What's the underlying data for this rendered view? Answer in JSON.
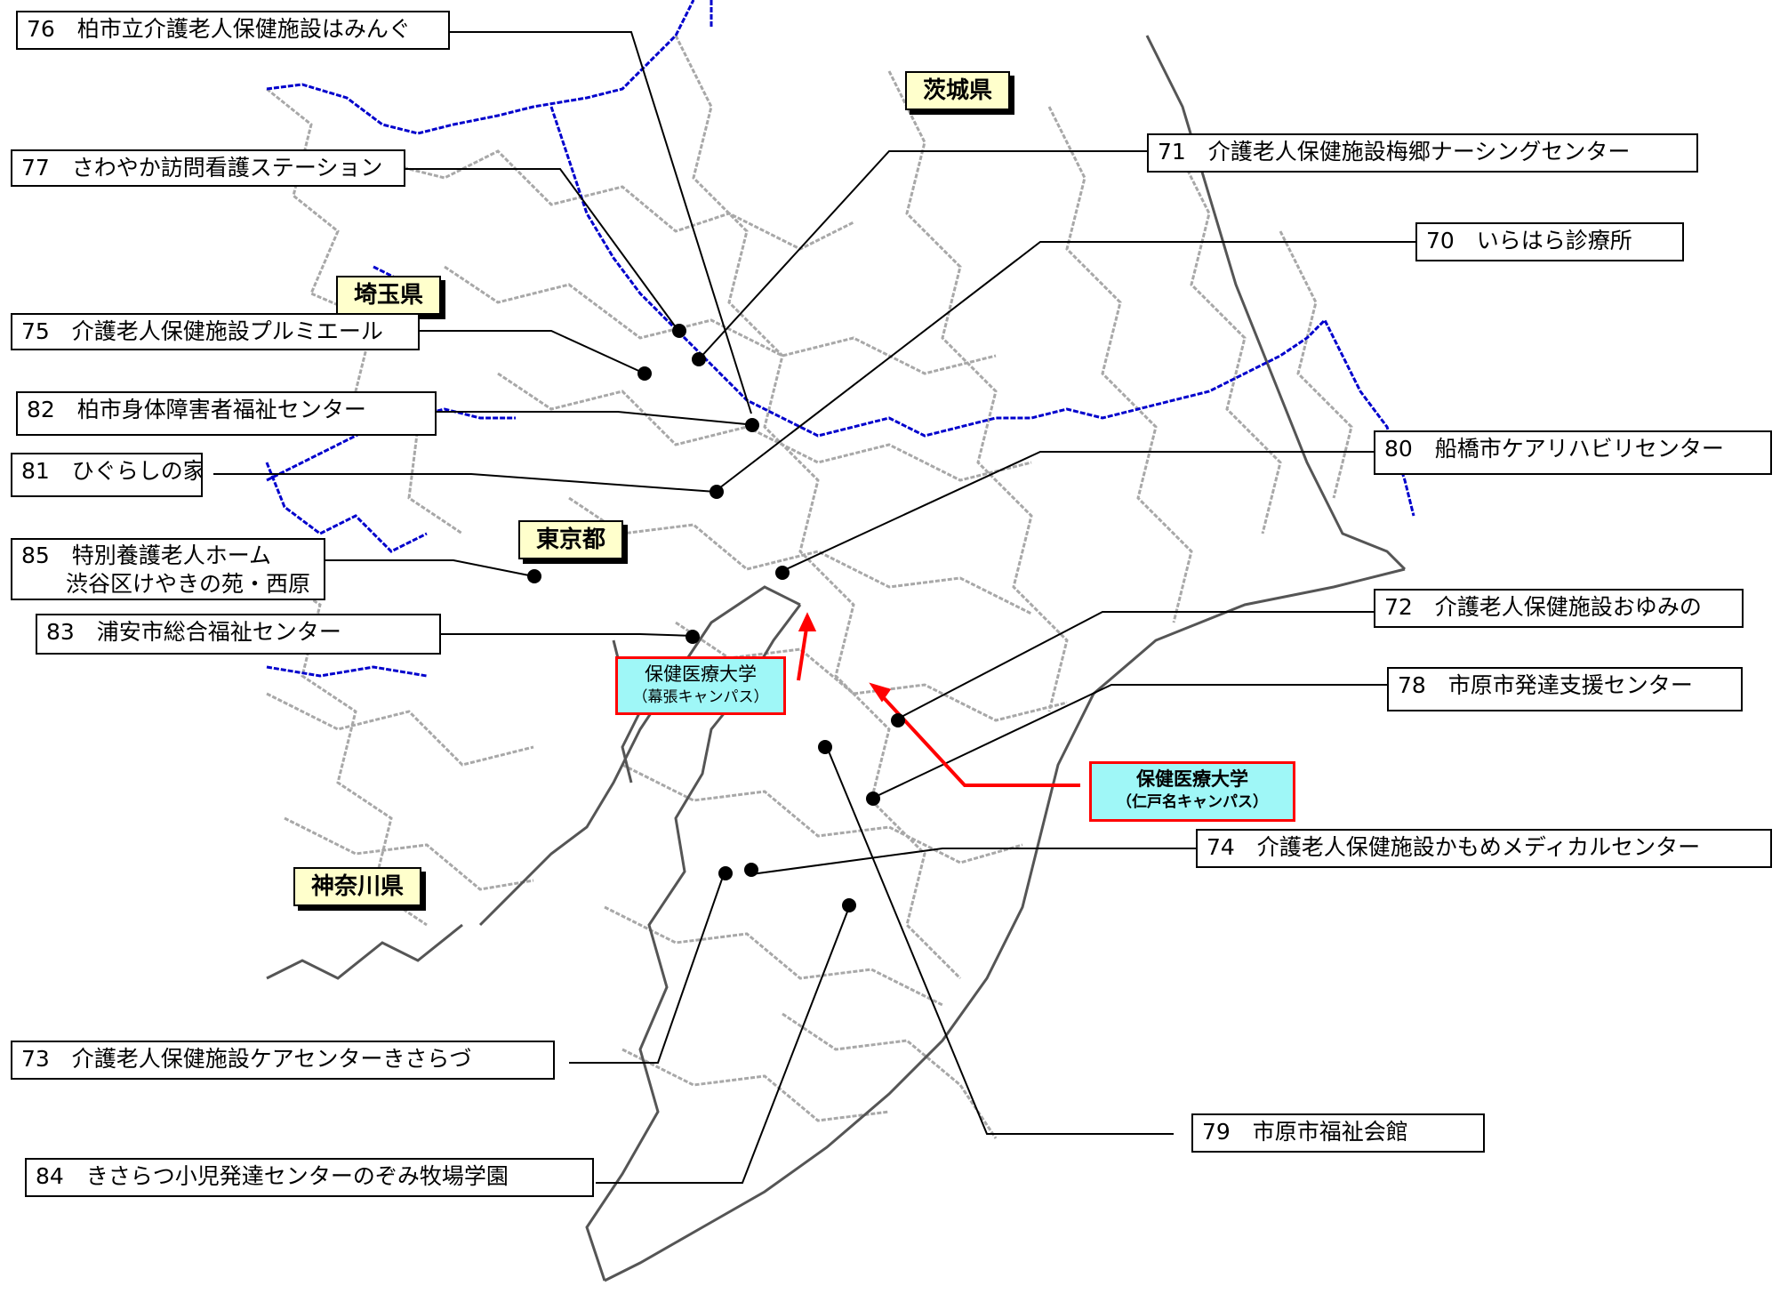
{
  "prefectures": [
    {
      "id": "ibaraki",
      "label": "茨城県"
    },
    {
      "id": "saitama",
      "label": "埼玉県"
    },
    {
      "id": "tokyo",
      "label": "東京都"
    },
    {
      "id": "kanagawa",
      "label": "神奈川県"
    }
  ],
  "facilities": [
    {
      "id": "f76",
      "label": "76　柏市立介護老人保健施設はみんぐ"
    },
    {
      "id": "f77",
      "label": "77　さわやか訪問看護ステーション"
    },
    {
      "id": "f75",
      "label": "75　介護老人保健施設プルミエール"
    },
    {
      "id": "f82",
      "label": "82　柏市身体障害者福祉センター"
    },
    {
      "id": "f81",
      "label": "81　ひぐらしの家"
    },
    {
      "id": "f85",
      "line1": "85　特別養護老人ホーム",
      "line2": "　　渋谷区けやきの苑・西原"
    },
    {
      "id": "f83",
      "label": "83　浦安市総合福祉センター"
    },
    {
      "id": "f71",
      "label": "71　介護老人保健施設梅郷ナーシングセンター"
    },
    {
      "id": "f70",
      "label": "70　いらはら診療所"
    },
    {
      "id": "f80",
      "label": "80　船橋市ケアリハビリセンター"
    },
    {
      "id": "f72",
      "label": "72　介護老人保健施設おゆみの"
    },
    {
      "id": "f78",
      "label": "78　市原市発達支援センター"
    },
    {
      "id": "f74",
      "label": "74　介護老人保健施設かもめメディカルセンター"
    },
    {
      "id": "f73",
      "label": "73　介護老人保健施設ケアセンターきさらづ"
    },
    {
      "id": "f79",
      "label": "79　市原市福祉会館"
    },
    {
      "id": "f84",
      "label": "84　きさらつ小児発達センターのぞみ牧場学園"
    }
  ],
  "campuses": [
    {
      "id": "makuhari",
      "name": "保健医療大学",
      "sub": "（幕張キャンパス）"
    },
    {
      "id": "niina",
      "name": "保健医療大学",
      "sub": "（仁戸名キャンパス）"
    }
  ],
  "colors": {
    "river": "#0000cc",
    "border": "#a0a0a0",
    "leader": "#000000",
    "campus_marker": "#ff0000",
    "campus_fill": "#9ff7f7",
    "pref_fill": "#ffffcc"
  }
}
